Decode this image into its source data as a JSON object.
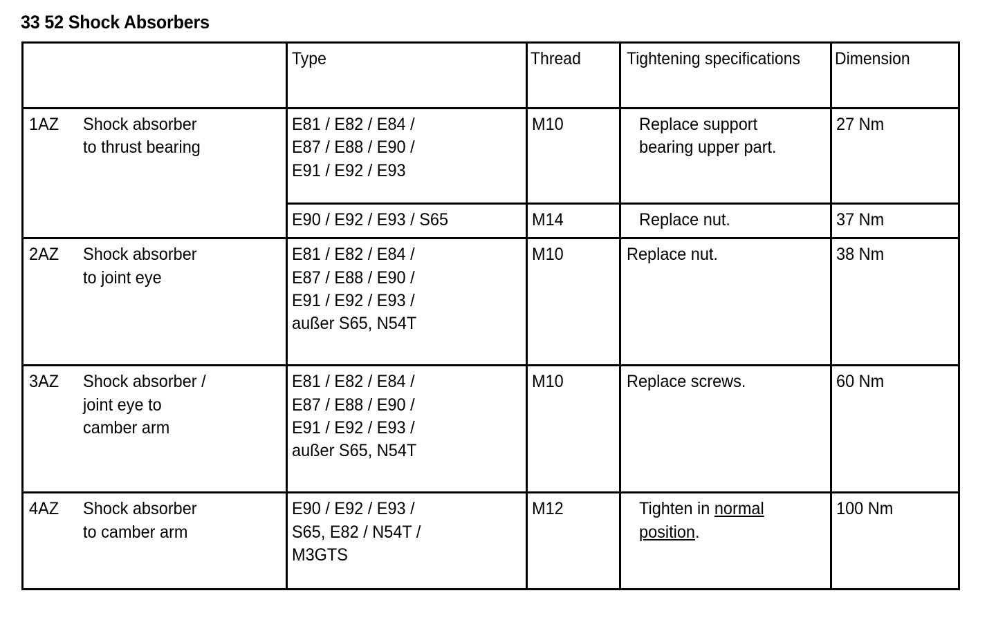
{
  "document": {
    "title": "33 52 Shock Absorbers"
  },
  "table": {
    "headers": {
      "item": "",
      "type": "Type",
      "thread": "Thread",
      "tightening": "Tightening specifications",
      "dimension": "Dimension"
    },
    "rows": [
      {
        "code": "1AZ",
        "description": "Shock absorber\nto thrust bearing",
        "subrows": [
          {
            "type": "E81 / E82 / E84 /\nE87 / E88 / E90 /\nE91 / E92 / E93",
            "thread": "M10",
            "tightening": "Replace support bearing upper part.",
            "dimension": "27 Nm"
          },
          {
            "type": "E90 / E92 / E93 / S65",
            "thread": "M14",
            "tightening": "Replace nut.",
            "dimension": "37 Nm"
          }
        ]
      },
      {
        "code": "2AZ",
        "description": "Shock absorber\nto joint eye",
        "subrows": [
          {
            "type": "E81 / E82 / E84 /\nE87 / E88 / E90 /\nE91 / E92 / E93 /\naußer S65, N54T",
            "thread": "M10",
            "tightening": "Replace nut.",
            "dimension": "38 Nm"
          }
        ]
      },
      {
        "code": "3AZ",
        "description": "Shock absorber /\njoint eye to\ncamber arm",
        "subrows": [
          {
            "type": "E81 / E82 / E84 /\nE87 / E88 / E90 /\nE91 / E92 / E93 /\naußer S65, N54T",
            "thread": "M10",
            "tightening": "Replace screws.",
            "dimension": "60 Nm"
          }
        ]
      },
      {
        "code": "4AZ",
        "description": "Shock absorber\nto camber arm",
        "subrows": [
          {
            "type": "E90 / E92 / E93 /\nS65, E82 / N54T /\nM3GTS",
            "thread": "M12",
            "tightening_prefix": "Tighten in ",
            "tightening_underlined": "normal position",
            "tightening_suffix": ".",
            "dimension": "100 Nm"
          }
        ]
      }
    ]
  },
  "colors": {
    "background": "#ffffff",
    "text": "#000000",
    "border": "#000000"
  }
}
